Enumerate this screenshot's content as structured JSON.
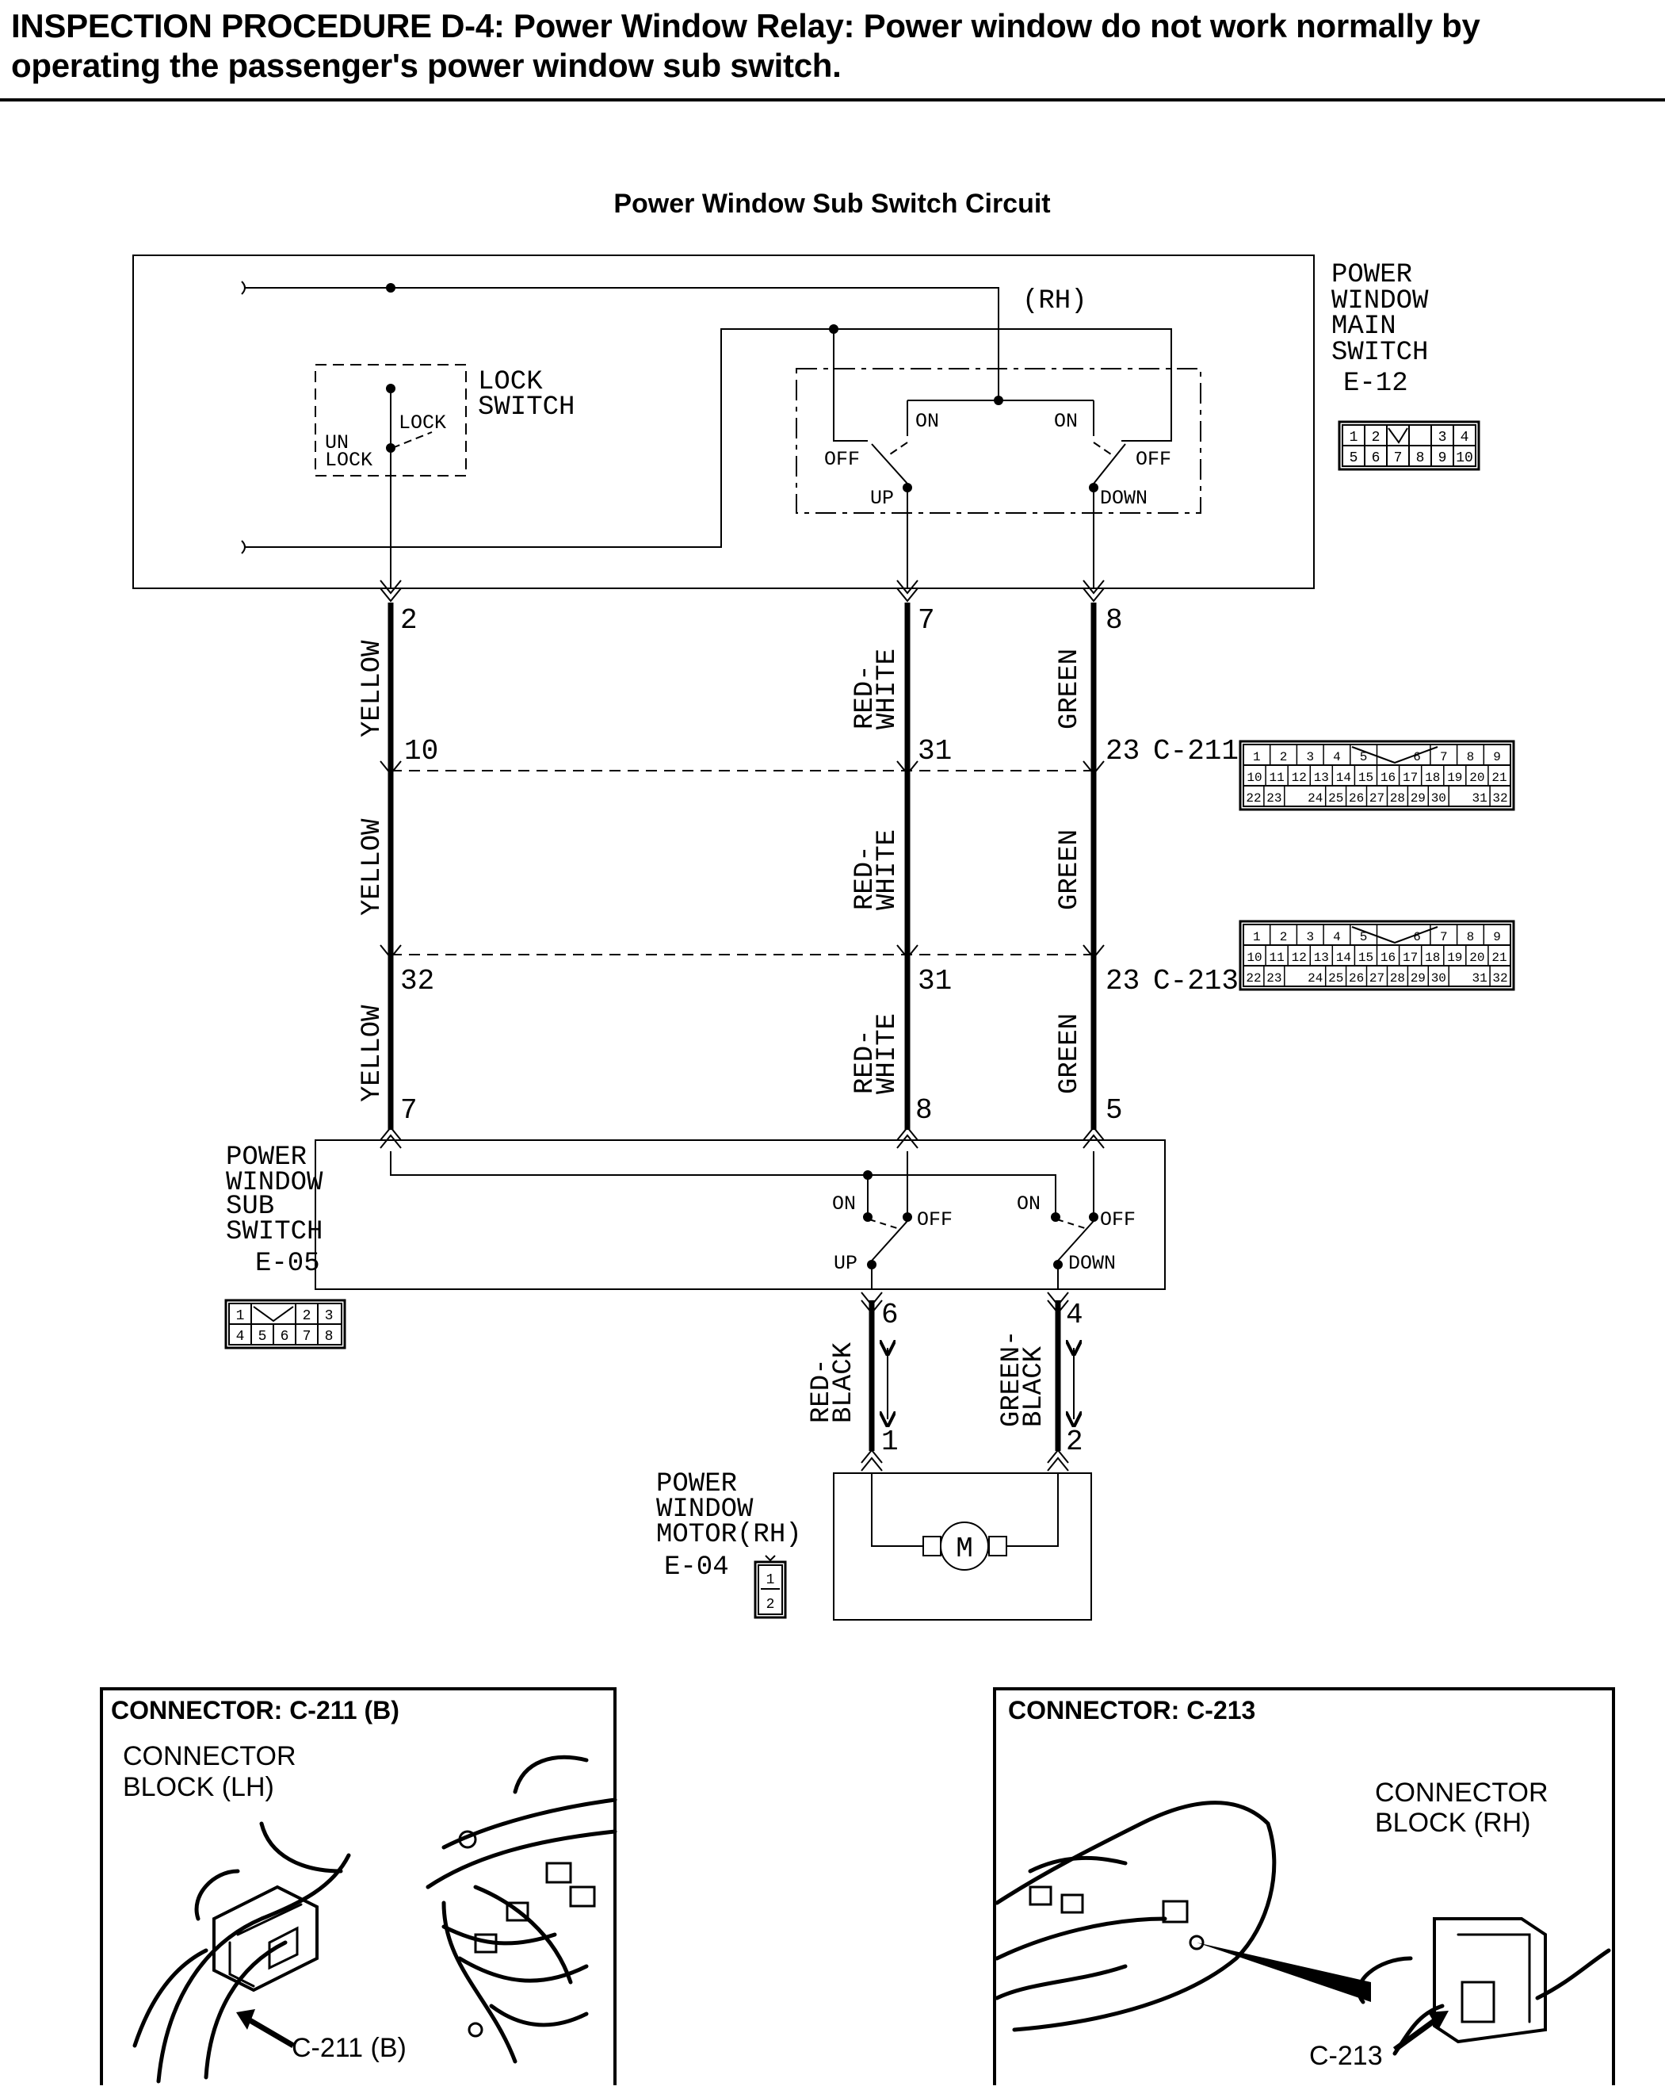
{
  "page": {
    "title_line1": "INSPECTION PROCEDURE D-4: Power Window Relay: Power window do not work normally by",
    "title_line2": "operating the passenger's power window sub switch."
  },
  "diagram": {
    "title": "Power Window Sub Switch Circuit",
    "main_switch": {
      "line1": "POWER",
      "line2": "WINDOW",
      "line3": "MAIN",
      "line4": "SWITCH",
      "code": "E-12",
      "rh": "(RH)"
    },
    "lock_switch": {
      "line1": "LOCK",
      "line2": "SWITCH",
      "lock": "LOCK",
      "unlock1": "UN",
      "unlock2": "LOCK"
    },
    "switch_labels": {
      "on": "ON",
      "off": "OFF",
      "up": "UP",
      "down": "DOWN"
    },
    "connector_e12": {
      "row1": [
        "1",
        "2",
        "",
        "3",
        "4"
      ],
      "row2": [
        "5",
        "6",
        "7",
        "8",
        "9",
        "10"
      ]
    },
    "connector_c211_grid": {
      "row1": [
        "1",
        "2",
        "3",
        "4",
        "5",
        "",
        "6",
        "7",
        "8",
        "9"
      ],
      "row2": [
        "10",
        "11",
        "12",
        "13",
        "14",
        "15",
        "16",
        "17",
        "18",
        "19",
        "20",
        "21"
      ],
      "row3": [
        "22",
        "23",
        "",
        "24",
        "25",
        "26",
        "27",
        "28",
        "29",
        "30",
        "",
        "31",
        "32"
      ]
    },
    "pins": {
      "yellow": [
        "2",
        "10",
        "32",
        "7"
      ],
      "redwhite": [
        "7",
        "31",
        "31",
        "8"
      ],
      "green": [
        "8",
        "23",
        "23",
        "5"
      ]
    },
    "connector_labels": {
      "c211": "C-211",
      "c213": "C-213"
    },
    "wires": {
      "yellow": "YELLOW",
      "red": "RED-",
      "white": "WHITE",
      "green": "GREEN",
      "redblack1": "RED-",
      "redblack2": "BLACK",
      "greenblack1": "GREEN-",
      "greenblack2": "BLACK"
    },
    "sub_switch": {
      "line1": "POWER",
      "line2": "WINDOW",
      "line3": "SUB",
      "line4": "SWITCH",
      "code": "E-05",
      "row1": [
        "1",
        "",
        "2",
        "3"
      ],
      "row2": [
        "4",
        "5",
        "6",
        "7",
        "8"
      ]
    },
    "motor": {
      "line1": "POWER",
      "line2": "WINDOW",
      "line3": "MOTOR(RH)",
      "code": "E-04",
      "pin1": "1",
      "pin2": "2",
      "motor_symbol": "M",
      "grid": [
        "1",
        "2"
      ]
    },
    "motor_pins": {
      "p6": "6",
      "p4": "4",
      "p1": "1",
      "p2": "2"
    }
  },
  "panels": {
    "left": {
      "title": "CONNECTOR: C-211 (B)",
      "label1": "CONNECTOR",
      "label2": "BLOCK (LH)",
      "callout": "C-211 (B)"
    },
    "right": {
      "title": "CONNECTOR: C-213",
      "label1": "CONNECTOR",
      "label2": "BLOCK (RH)",
      "callout": "C-213"
    }
  }
}
